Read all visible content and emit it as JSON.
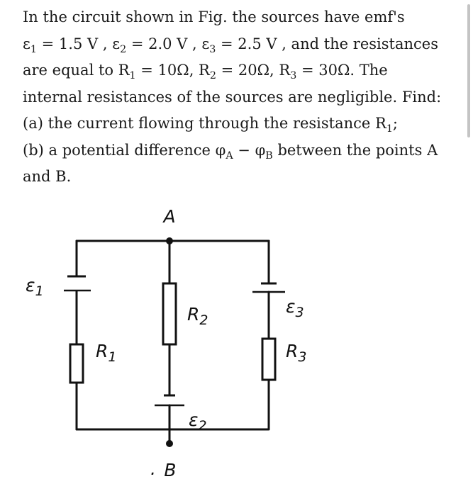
{
  "problem": {
    "line1": "In the circuit shown in Fig. the sources have emf's",
    "e1_sym": "ε",
    "e1_sub": "1",
    "e1_val": " = 1.5 V , ",
    "e2_sym": "ε",
    "e2_sub": "2",
    "e2_val": " = 2.0 V , ",
    "e3_sym": "ε",
    "e3_sub": "3",
    "e3_val": " = 2.5 V , and the resistances",
    "l3_pre": "are equal to R",
    "r1_sub": "1",
    "r1_val": " = 10Ω, R",
    "r2_sub": "2",
    "r2_val": " = 20Ω, R",
    "r3_sub": "3",
    "r3_val": " = 30Ω. The",
    "line4": "internal resistances of the sources are negligible. Find:",
    "line5_pre": "(a) the current flowing through the resistance R",
    "line5_sub": "1",
    "line5_post": ";",
    "line6_pre": "(b) a potential difference φ",
    "phiA_sub": "A",
    "line6_mid": " − φ",
    "phiB_sub": "B",
    "line6_post": " between the points A",
    "line7": "and B."
  },
  "figure": {
    "label_A": "A",
    "label_B": "B",
    "label_B_dot": ".",
    "e1_letter": "ε",
    "e1_index": "1",
    "e2_letter": "ε",
    "e2_index": "2",
    "e3_letter": "ε",
    "e3_index": "3",
    "r1_letter": "R",
    "r1_index": "1",
    "r2_letter": "R",
    "r2_index": "2",
    "r3_letter": "R",
    "r3_index": "3"
  }
}
